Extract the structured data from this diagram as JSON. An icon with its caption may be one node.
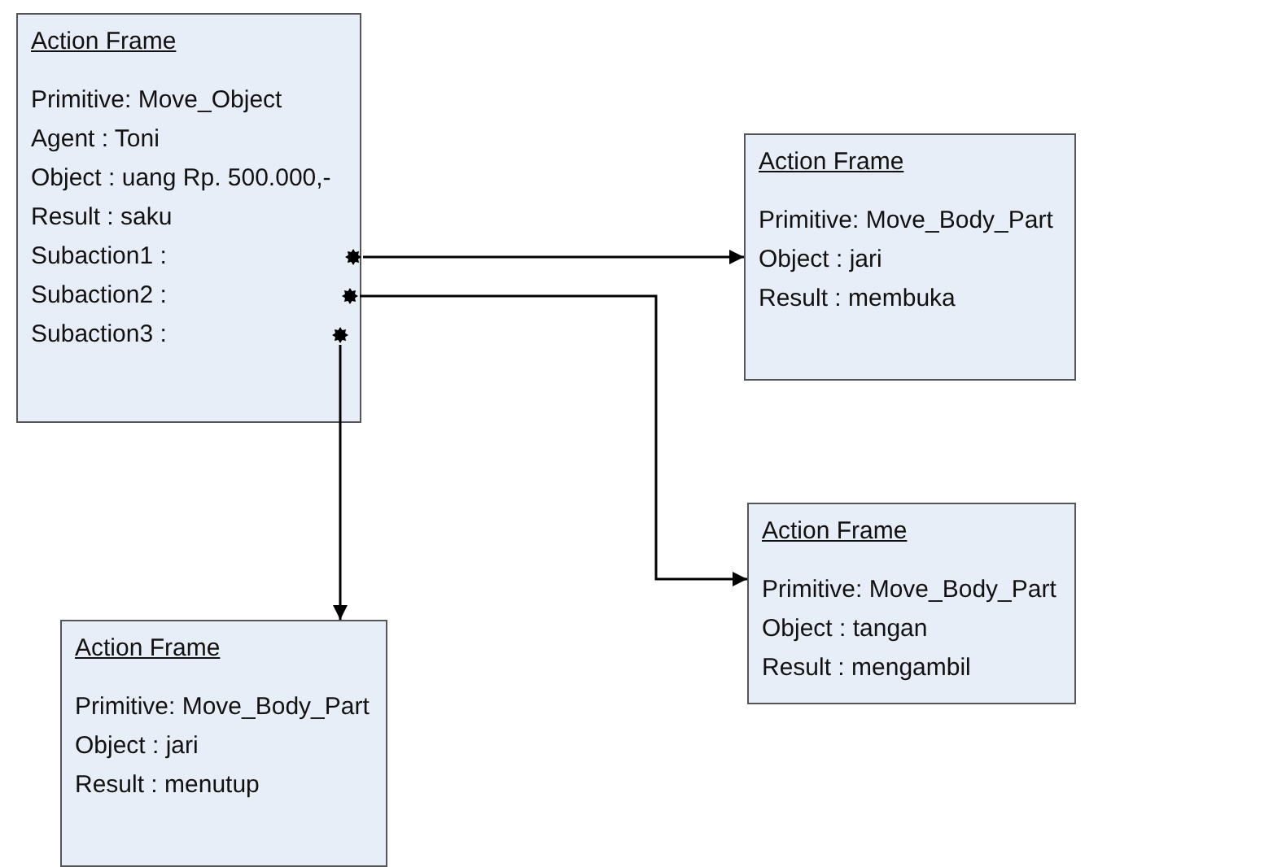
{
  "diagram": {
    "nodes": [
      {
        "text": [
          "Action Frame",
          "Primitive: Move_Object",
          "Agent : Toni",
          "Object : uang Rp. 500.000,-",
          "Result : saku",
          "Subaction1 :",
          "Subaction2 :",
          "Subaction3 :"
        ]
      },
      {
        "text": [
          "Action Frame",
          "Primitive: Move_Body_Part",
          "Object : jari",
          "Result : membuka"
        ]
      },
      {
        "text": [
          "Action Frame",
          "Primitive: Move_Body_Part",
          "Object : tangan",
          "Result : mengambil"
        ]
      },
      {
        "text": [
          "Action Frame",
          "Primitive: Move_Body_Part",
          "Object : jari",
          "Result : menutup"
        ]
      }
    ],
    "edges": [
      {
        "from": 0,
        "to": 1,
        "arrow": "to"
      },
      {
        "from": 0,
        "to": 2,
        "arrow": "to"
      },
      {
        "from": 0,
        "to": 3,
        "arrow": "to"
      }
    ]
  }
}
